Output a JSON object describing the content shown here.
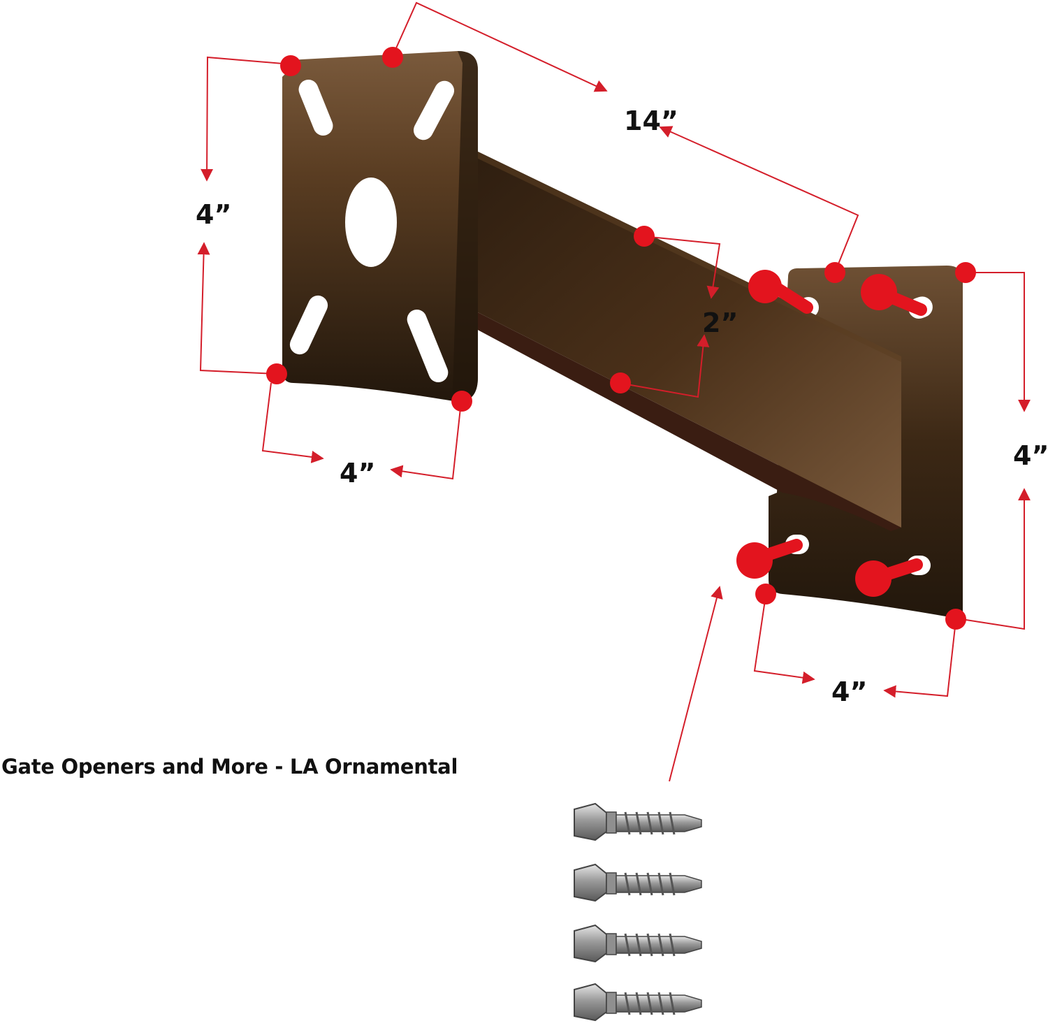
{
  "caption": "Gate Openers and More - LA Ornamental",
  "labels": {
    "length": "14”",
    "left_plate_height": "4”",
    "left_plate_width": "4”",
    "arm_height": "2”",
    "right_plate_height": "4”",
    "right_plate_width": "4”"
  },
  "colors": {
    "bracket_dark": "#2b1d10",
    "bracket_mid": "#5a3d22",
    "bracket_light": "#7a5a3c",
    "marker": "#e3141e",
    "dimension_line": "#d41e2a",
    "text": "#111111"
  },
  "icons": {
    "screws": [
      "self-drilling-screw-icon",
      "self-drilling-screw-icon",
      "self-drilling-screw-icon",
      "self-drilling-screw-icon"
    ]
  }
}
